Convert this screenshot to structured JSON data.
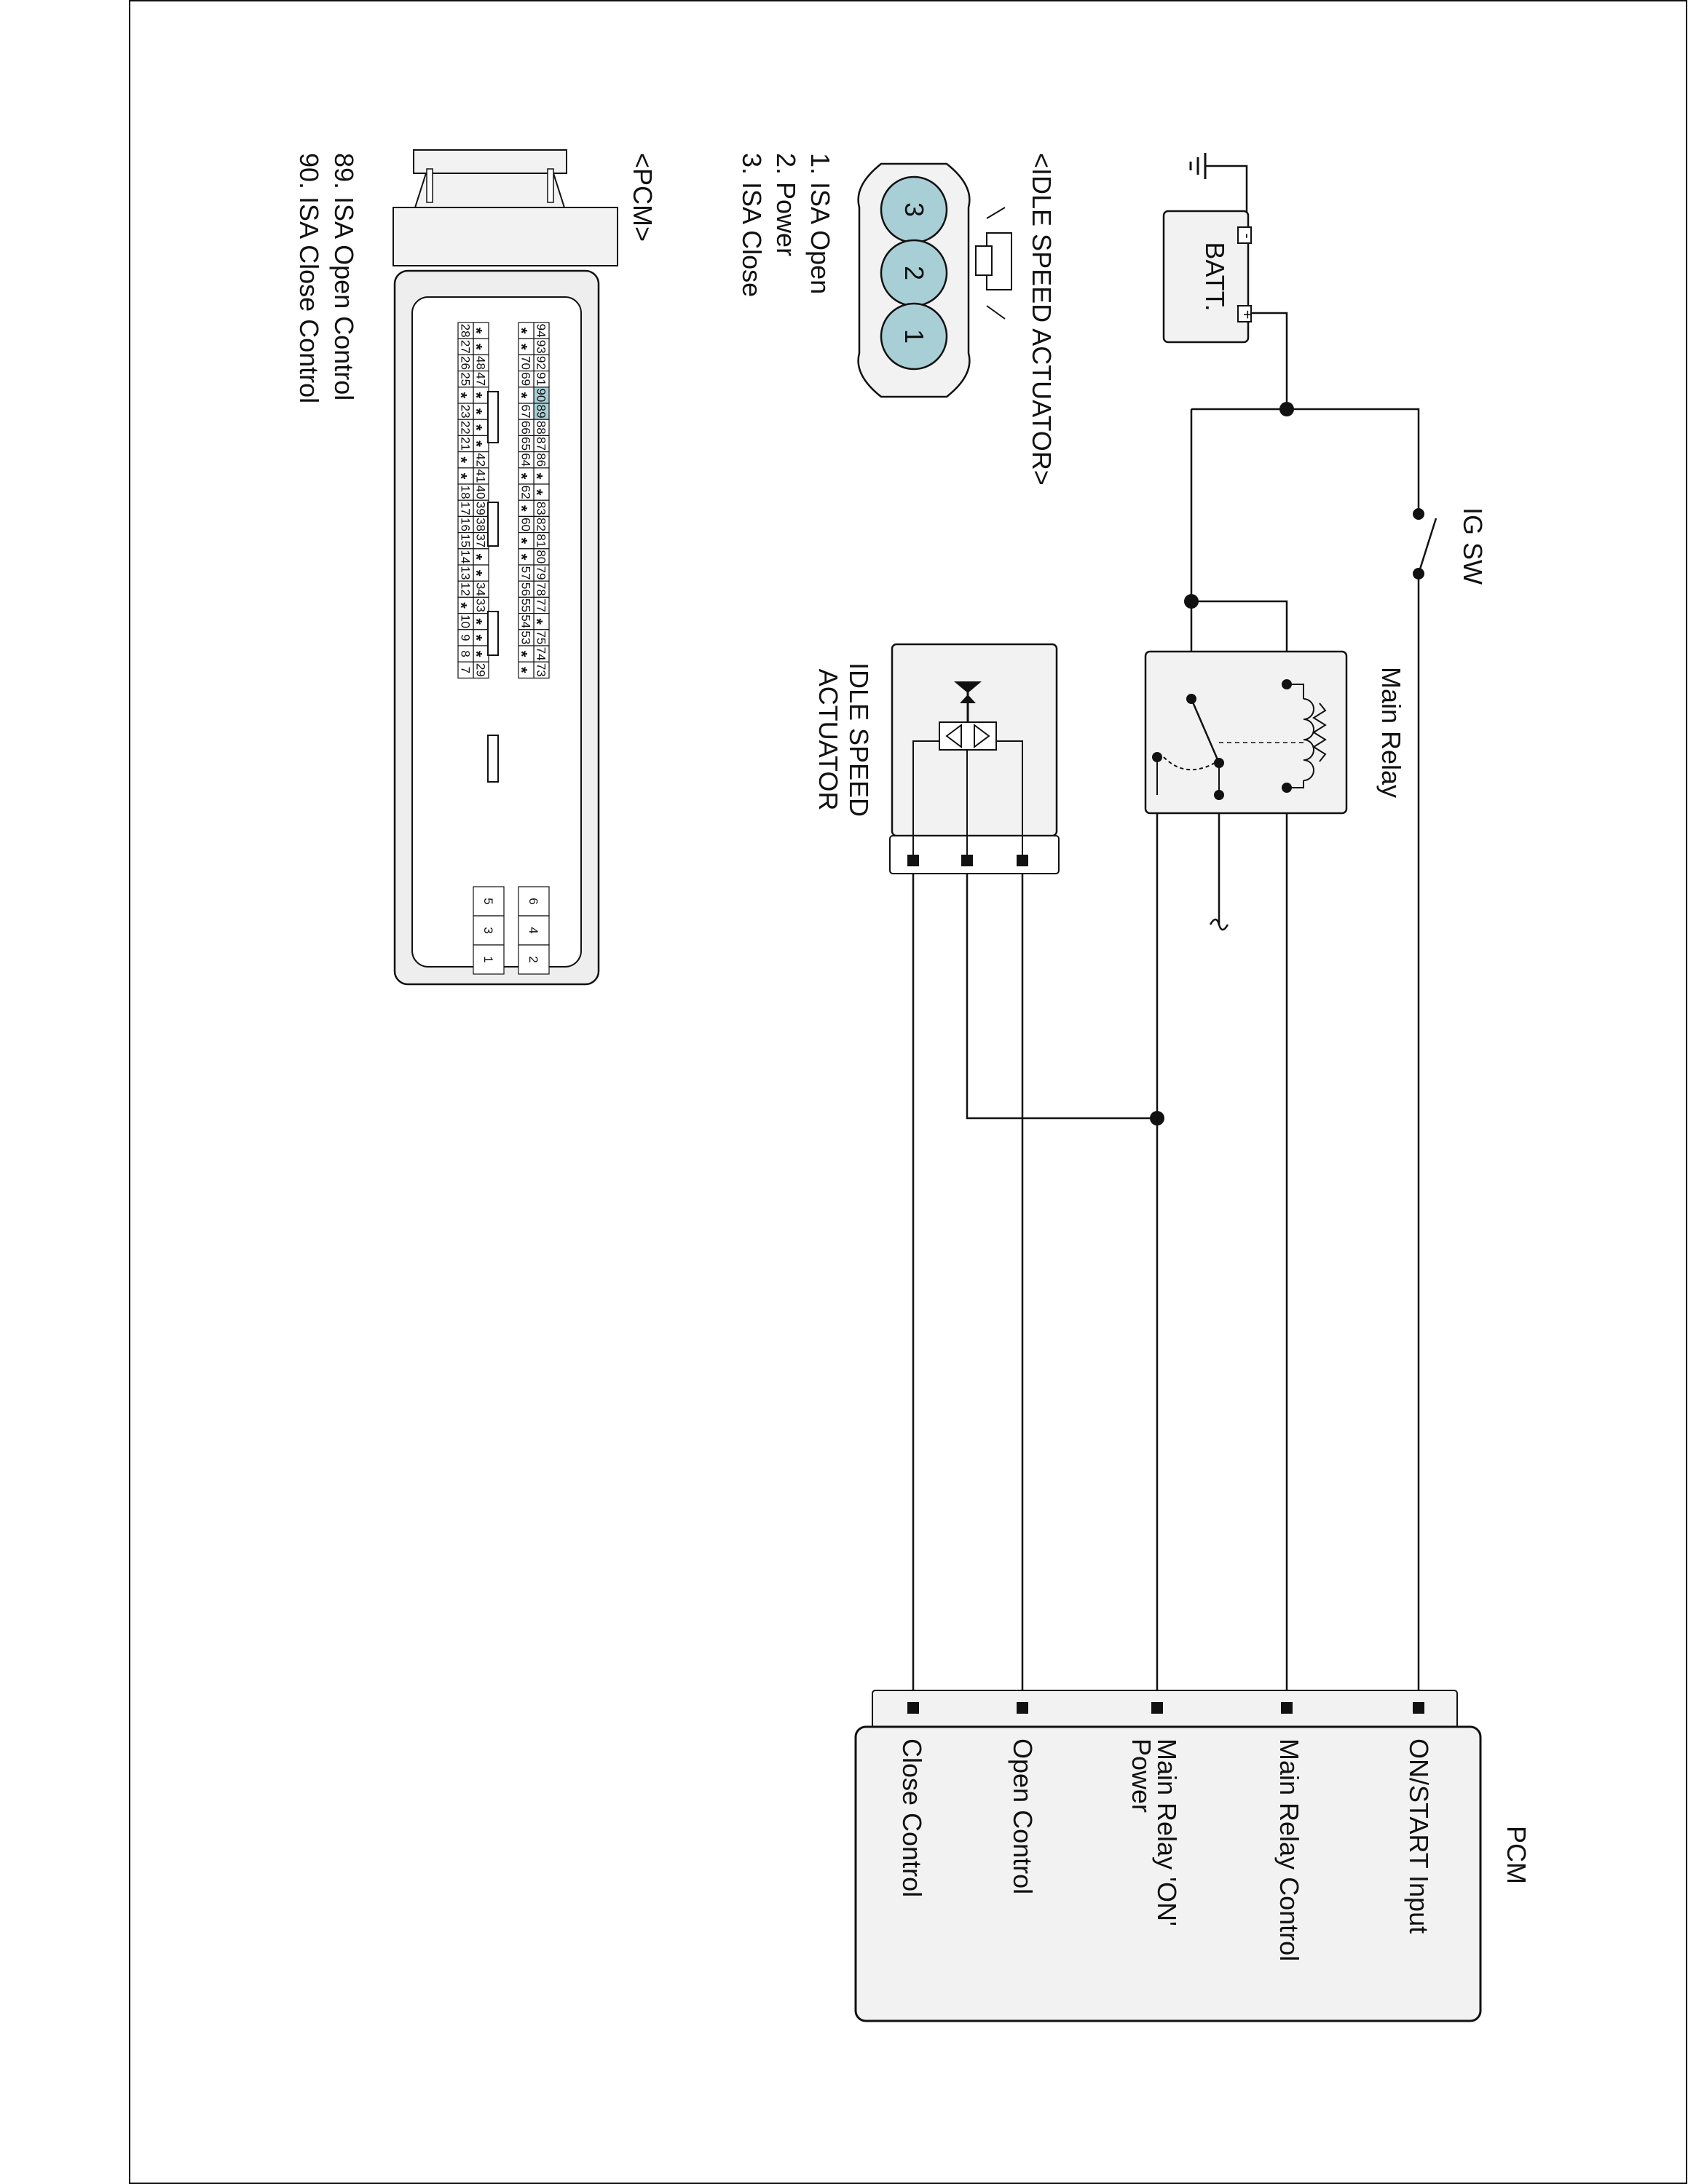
{
  "labels": {
    "ig_sw": "IG SW",
    "main_relay": "Main Relay",
    "batt": "BATT.",
    "isa_title_1": "IDLE SPEED",
    "isa_title_2": "ACTUATOR",
    "pcm_title": "PCM",
    "pin_on_start": "ON/START Input",
    "pin_main_relay_control": "Main Relay Control",
    "pin_main_relay_on_1": "Main Relay 'ON'",
    "pin_main_relay_on_2": "Power",
    "pin_open_control": "Open Control",
    "pin_close_control": "Close Control",
    "connector_isa_title": "<IDLE SPEED ACTUATOR>",
    "connector_isa_pins": [
      "1. ISA Open",
      "2. Power",
      "3. ISA Close"
    ],
    "connector_isa_numbers": [
      "3",
      "2",
      "1"
    ],
    "connector_pcm_title": "<PCM>",
    "connector_pcm_pins": [
      "89. ISA Open Control",
      "90. ISA Close Control"
    ],
    "batt_neg": "-",
    "batt_pos": "+"
  },
  "pcm_connector": {
    "rows": [
      [
        "94",
        "93",
        "92",
        "91",
        "90",
        "89",
        "88",
        "87",
        "86",
        "*",
        "*",
        "83",
        "82",
        "81",
        "80",
        "79",
        "78",
        "77",
        "*",
        "75",
        "74",
        "73"
      ],
      [
        "*",
        "*",
        "70",
        "69",
        "*",
        "67",
        "66",
        "65",
        "64",
        "*",
        "62",
        "*",
        "60",
        "*",
        "*",
        "57",
        "56",
        "55",
        "54",
        "53",
        "*",
        "*"
      ],
      [
        "*",
        "*",
        "48",
        "47",
        "*",
        "*",
        "*",
        "*",
        "42",
        "41",
        "40",
        "39",
        "38",
        "37",
        "*",
        "*",
        "34",
        "33",
        "*",
        "*",
        "*",
        "29"
      ],
      [
        "28",
        "27",
        "26",
        "25",
        "*",
        "23",
        "22",
        "21",
        "*",
        "*",
        "18",
        "17",
        "16",
        "15",
        "14",
        "13",
        "12",
        "*",
        "10",
        "9",
        "8",
        "7"
      ]
    ],
    "small_block": [
      [
        "6",
        "5"
      ],
      [
        "4",
        "3"
      ],
      [
        "2",
        "1"
      ]
    ],
    "highlight": [
      "89",
      "90"
    ],
    "highlight_color": "#a9cfd6"
  },
  "colors": {
    "connector_fill": "#a9cfd6",
    "box_fill": "#f2f2f2",
    "line": "#111111"
  }
}
